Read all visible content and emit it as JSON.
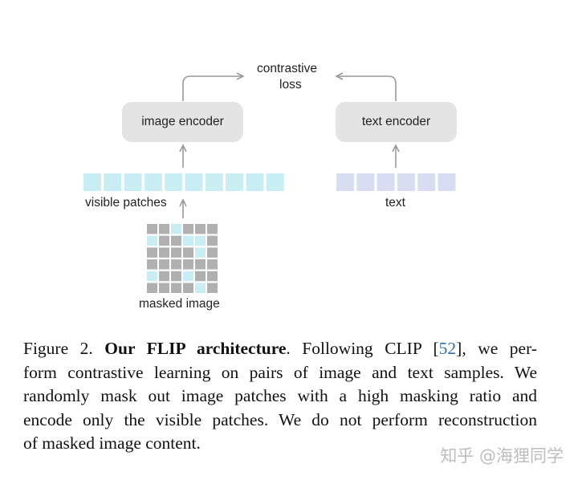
{
  "diagram": {
    "loss_label_line1": "contrastive",
    "loss_label_line2": "loss",
    "image_encoder": "image encoder",
    "text_encoder": "text encoder",
    "visible_patches": "visible patches",
    "text": "text",
    "masked_image": "masked image",
    "colors": {
      "encoder_box": "#e4e4e4",
      "visible_patch": "#c8eef4",
      "text_token": "#d8ddf2",
      "masked_patch": "#b0b0b0",
      "arrow": "#999999"
    },
    "visible_patch_count": 10,
    "text_token_count": 6,
    "mask_grid": [
      [
        0,
        0,
        1,
        0,
        0,
        0
      ],
      [
        1,
        0,
        0,
        1,
        1,
        0
      ],
      [
        0,
        0,
        0,
        0,
        1,
        0
      ],
      [
        0,
        0,
        0,
        0,
        0,
        0
      ],
      [
        1,
        0,
        0,
        1,
        0,
        0
      ],
      [
        0,
        0,
        0,
        0,
        1,
        0
      ]
    ]
  },
  "caption": {
    "figure_label": "Figure 2.",
    "bold_title": "Our FLIP architecture",
    "line1_after": ". Following CLIP [",
    "cite": "52",
    "line1_tail": "], we per-",
    "line2": "form contrastive learning on pairs of image and text samples. We",
    "line3": "randomly mask out image patches with a high masking ratio and",
    "line4": "encode only the visible patches. We do not perform reconstruction",
    "line5": "of masked image content."
  },
  "watermark": "知乎 @海狸同学"
}
